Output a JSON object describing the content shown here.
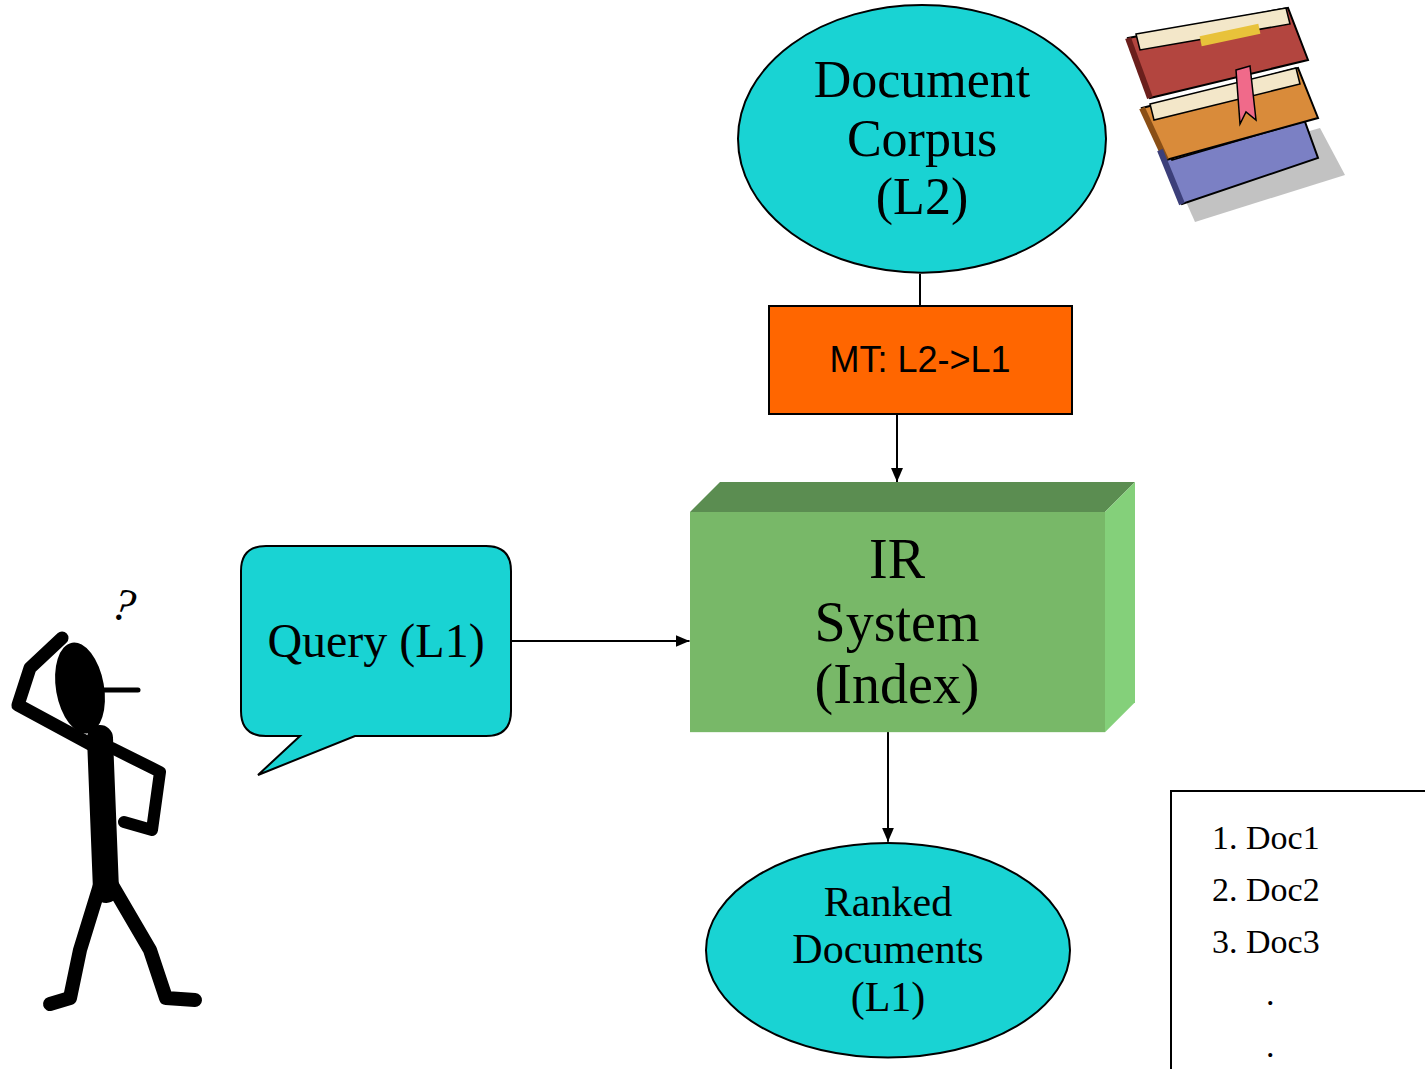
{
  "diagram": {
    "nodes": [
      {
        "text": [
          "Document Corpus (L2)"
        ]
      },
      {
        "text": [
          "MT: L2->L1"
        ]
      },
      {
        "text": [
          "Query (L1)"
        ]
      },
      {
        "text": [
          "IR System (Index)"
        ]
      },
      {
        "text": [
          "Ranked Documents (L1)"
        ]
      },
      {
        "text": [
          "1. Doc1",
          "2. Doc2",
          "3. Doc3",
          ".",
          "."
        ]
      }
    ],
    "edges": [
      {
        "from": 0,
        "to": 1,
        "arrow": "none"
      },
      {
        "from": 1,
        "to": 3,
        "arrow": "to"
      },
      {
        "from": 2,
        "to": 3,
        "arrow": "to"
      },
      {
        "from": 3,
        "to": 4,
        "arrow": "to"
      }
    ],
    "labels": [
      "?"
    ]
  }
}
